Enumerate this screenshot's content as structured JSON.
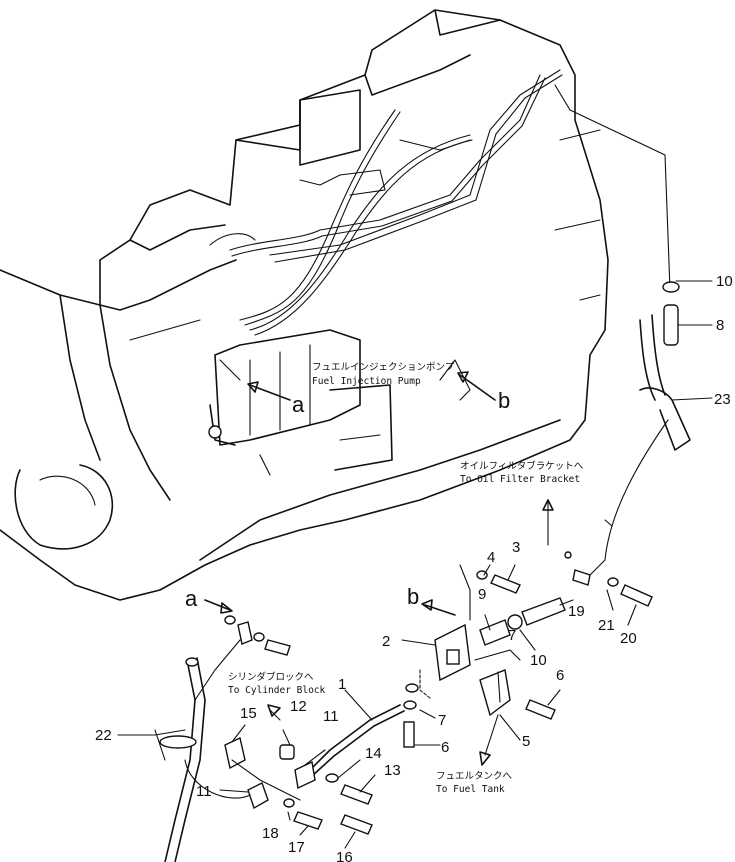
{
  "callouts": {
    "injection_pump_jp": "フュエルインジェクションポンプ",
    "injection_pump_en": "Fuel Injection Pump",
    "oil_filter_jp": "オイルフィルタブラケットへ",
    "oil_filter_en": "To Oil Filter Bracket",
    "cylinder_block_jp": "シリンダブロックへ",
    "cylinder_block_en": "To Cylinder Block",
    "fuel_tank_jp": "フュエルタンクへ",
    "fuel_tank_en": "To Fuel Tank"
  },
  "letters": {
    "a": "a",
    "b": "b"
  },
  "parts": {
    "p1": "1",
    "p2": "2",
    "p3": "3",
    "p4": "4",
    "p5": "5",
    "p6": "6",
    "p7": "7",
    "p8": "8",
    "p9": "9",
    "p10": "10",
    "p11": "11",
    "p12": "12",
    "p13": "13",
    "p14": "14",
    "p15": "15",
    "p16": "16",
    "p17": "17",
    "p18": "18",
    "p19": "19",
    "p20": "20",
    "p21": "21",
    "p22": "22",
    "p23": "23"
  }
}
